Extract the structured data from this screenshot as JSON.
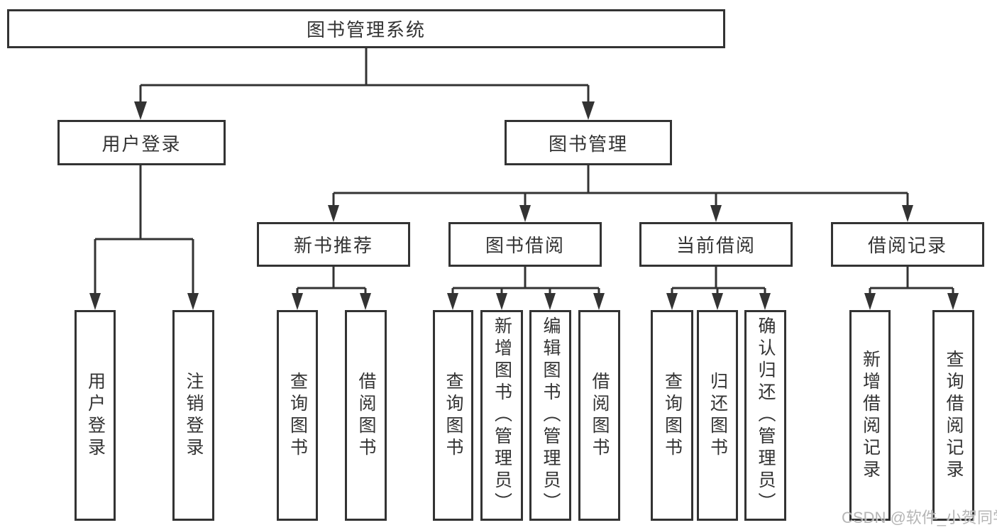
{
  "diagram": {
    "title": "图书管理系统",
    "colors": {
      "line": "#333333",
      "box_border": "#333333",
      "text": "#333333",
      "background": "#ffffff",
      "watermark": "#acacac"
    },
    "nodes": {
      "root": {
        "label": "图书管理系统"
      },
      "user_login": {
        "label": "用户登录",
        "children": [
          {
            "label": "用户登录"
          },
          {
            "label": "注销登录"
          }
        ]
      },
      "book_management": {
        "label": "图书管理",
        "children": [
          {
            "label": "新书推荐",
            "children": [
              {
                "label": "查询图书"
              },
              {
                "label": "借阅图书"
              }
            ]
          },
          {
            "label": "图书借阅",
            "children": [
              {
                "label": "查询图书"
              },
              {
                "label": "新增图书（管理员）"
              },
              {
                "label": "编辑图书（管理员）"
              },
              {
                "label": "借阅图书"
              }
            ]
          },
          {
            "label": "当前借阅",
            "children": [
              {
                "label": "查询图书"
              },
              {
                "label": "归还图书"
              },
              {
                "label": "确认归还（管理员）"
              }
            ]
          },
          {
            "label": "借阅记录",
            "children": [
              {
                "label": "新增借阅记录"
              },
              {
                "label": "查询借阅记录"
              }
            ]
          }
        ]
      }
    },
    "watermark": "CSDN @软件_小贺同学"
  }
}
